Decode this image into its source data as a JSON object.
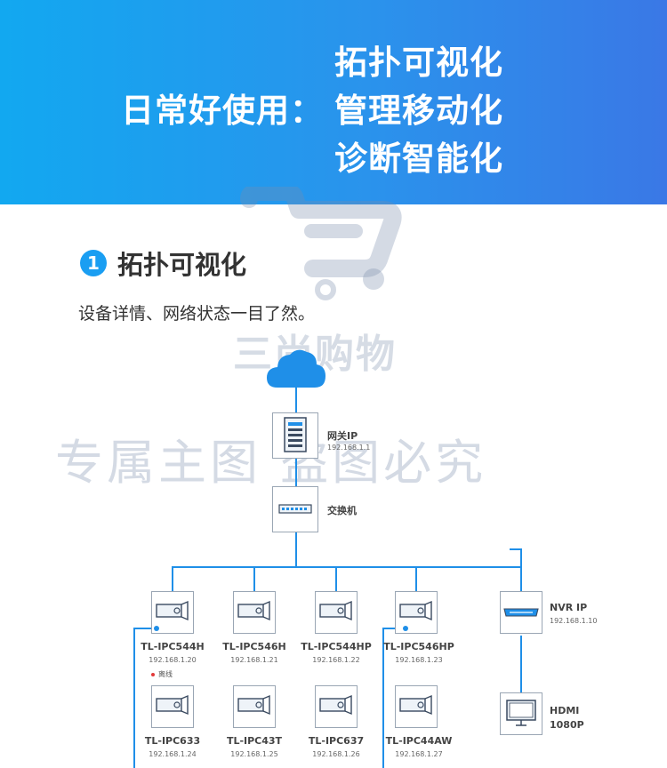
{
  "banner": {
    "prefix": "日常好使用：",
    "lines": [
      "拓扑可视化",
      "管理移动化",
      "诊断智能化"
    ]
  },
  "section": {
    "number": "1",
    "title": "拓扑可视化",
    "description": "设备详情、网络状态一目了然。"
  },
  "watermark": {
    "brand": "三尚购物",
    "notice": "专属主图  盗图必究"
  },
  "topology": {
    "gateway": {
      "name": "网关IP",
      "ip": "192.168.1.1"
    },
    "switch": {
      "name": "交换机"
    },
    "nvr": {
      "name": "NVR IP",
      "ip": "192.168.1.10"
    },
    "monitor": {
      "line1": "HDMI",
      "line2": "1080P"
    },
    "cameras": [
      {
        "name": "TL-IPC544H",
        "ip": "192.168.1.20"
      },
      {
        "name": "TL-IPC546H",
        "ip": "192.168.1.21"
      },
      {
        "name": "TL-IPC544HP",
        "ip": "192.168.1.22"
      },
      {
        "name": "TL-IPC546HP",
        "ip": "192.168.1.23"
      },
      {
        "name": "TL-IPC633",
        "ip": "192.168.1.24"
      },
      {
        "name": "TL-IPC43T",
        "ip": "192.168.1.25"
      },
      {
        "name": "TL-IPC637",
        "ip": "192.168.1.26"
      },
      {
        "name": "TL-IPC44AW",
        "ip": "192.168.1.27"
      }
    ],
    "offline_label": "离线"
  },
  "colors": {
    "banner_start": "#12a8f0",
    "banner_end": "#3a78e6",
    "accent": "#1a9ef2",
    "wire": "#1f8fe8",
    "offline": "#e23a3a"
  }
}
